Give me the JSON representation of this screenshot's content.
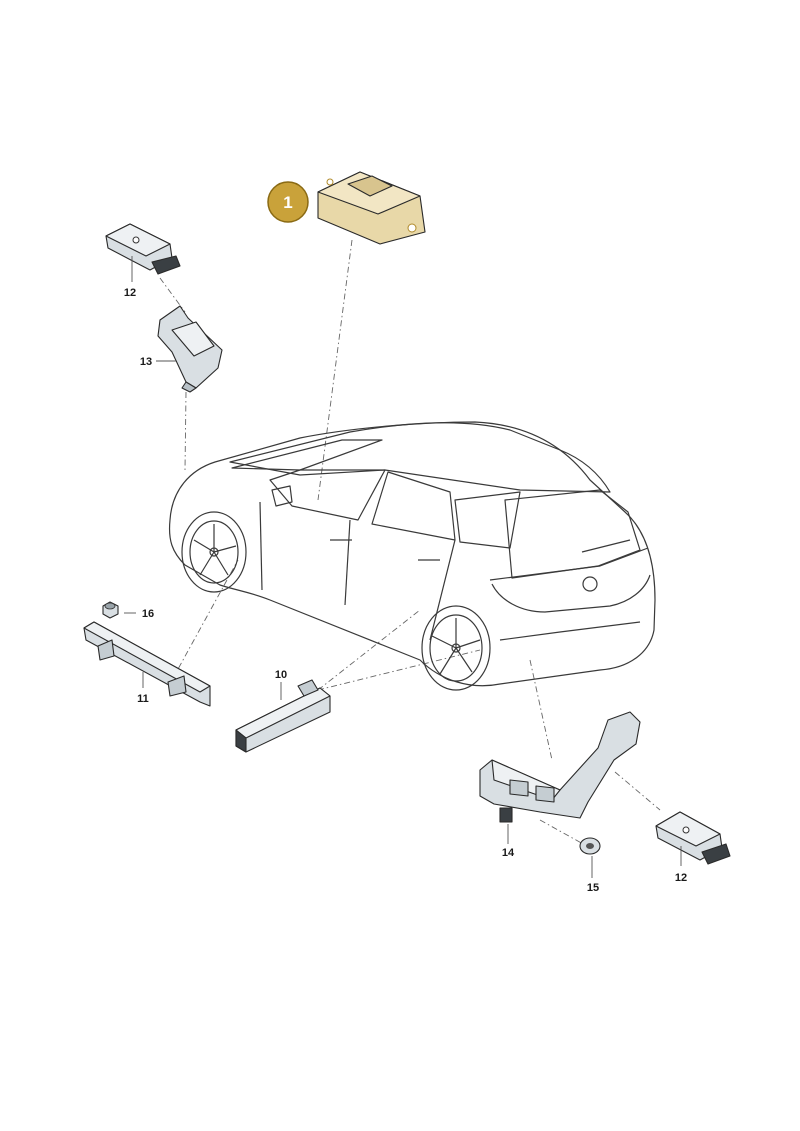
{
  "parts": [
    {
      "num": "1",
      "highlighted": true
    },
    {
      "num": "10"
    },
    {
      "num": "11"
    },
    {
      "num": "12"
    },
    {
      "num": "12"
    },
    {
      "num": "13"
    },
    {
      "num": "14"
    },
    {
      "num": "15"
    },
    {
      "num": "16"
    }
  ],
  "colors": {
    "highlight_fill": "#c9a23a",
    "highlight_part": "#e8d8a8",
    "part_grey": "#d9dfe3",
    "glass": "#c8d3d9",
    "line": "#2a2a2a"
  }
}
